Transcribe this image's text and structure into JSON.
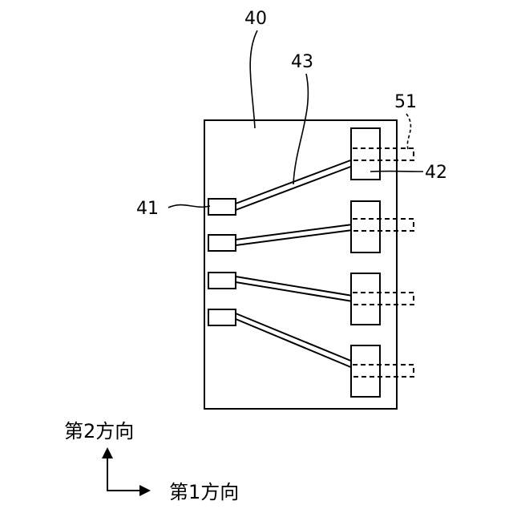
{
  "labels": {
    "board": "40",
    "small_pad": "41",
    "large_pad": "42",
    "wiring": "43",
    "external": "51"
  },
  "axes": {
    "second_direction": "第2方向",
    "first_direction": "第1方向"
  }
}
